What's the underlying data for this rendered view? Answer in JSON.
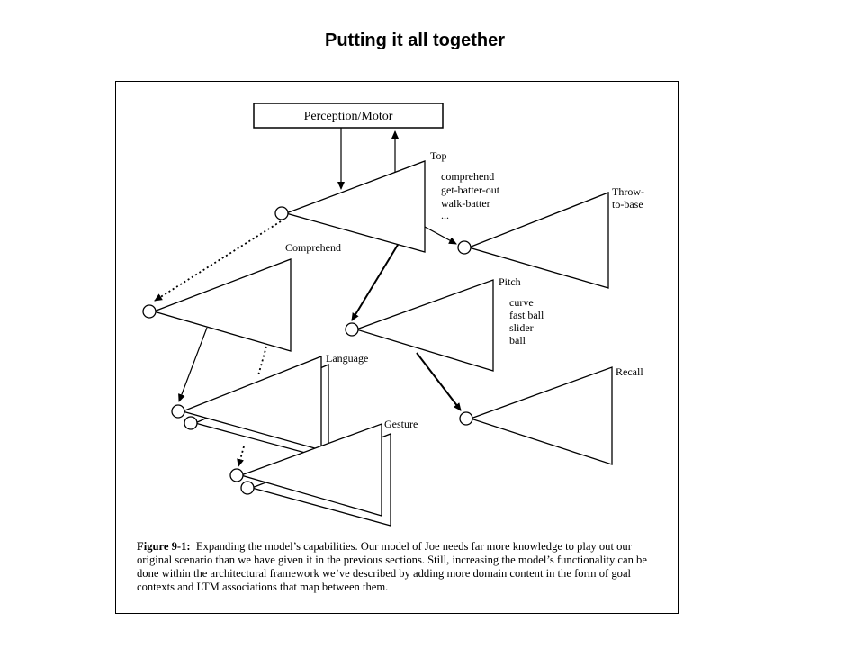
{
  "slide": {
    "title": "Putting it all together"
  },
  "diagram": {
    "perception_motor": "Perception/Motor",
    "top": {
      "label": "Top",
      "items": [
        "comprehend",
        "get-batter-out",
        "walk-batter",
        "..."
      ]
    },
    "throw_to_base": {
      "line1": "Throw-",
      "line2": "to-base"
    },
    "comprehend": {
      "label": "Comprehend"
    },
    "pitch": {
      "label": "Pitch",
      "items": [
        "curve",
        "fast ball",
        "slider",
        "ball"
      ]
    },
    "language": {
      "label": "Language"
    },
    "recall": {
      "label": "Recall"
    },
    "gesture": {
      "label": "Gesture"
    }
  },
  "caption": {
    "label": "Figure 9-1:",
    "text": "Expanding the model’s capabilities.  Our model of Joe needs far more knowledge to play out our original scenario  than we have given it in the previous sections. Still, increasing the model’s functionality can be done within the architectural framework we’ve  described by adding more domain content in the form of goal contexts and LTM  associations that map between them."
  },
  "colors": {
    "ink": "#000000",
    "background": "#ffffff"
  }
}
